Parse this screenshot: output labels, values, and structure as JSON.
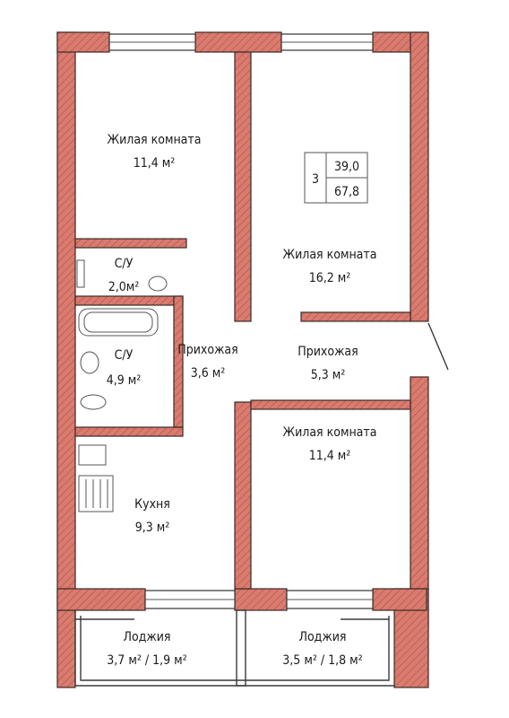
{
  "badge": {
    "rooms": "3",
    "living_area": "39,0",
    "total_area": "67,8"
  },
  "rooms": [
    {
      "id": "living-1",
      "name": "Жилая комната",
      "area": "11,4 м²"
    },
    {
      "id": "living-2",
      "name": "Жилая комната",
      "area": "16,2 м²"
    },
    {
      "id": "living-3",
      "name": "Жилая комната",
      "area": "11,4 м²"
    },
    {
      "id": "bath-1",
      "name": "С/У",
      "area": "2,0м²"
    },
    {
      "id": "bath-2",
      "name": "С/У",
      "area": "4,9 м²"
    },
    {
      "id": "hall-1",
      "name": "Прихожая",
      "area": "3,6 м²"
    },
    {
      "id": "hall-2",
      "name": "Прихожая",
      "area": "5,3 м²"
    },
    {
      "id": "kitchen",
      "name": "Кухня",
      "area": "9,3 м²"
    },
    {
      "id": "loggia-1",
      "name": "Лоджия",
      "area": "3,7 м² / 1,9 м²"
    },
    {
      "id": "loggia-2",
      "name": "Лоджия",
      "area": "3,5 м² / 1,8 м²"
    }
  ],
  "colors": {
    "wall": "#d97b6e",
    "outline": "#3a2a28"
  }
}
